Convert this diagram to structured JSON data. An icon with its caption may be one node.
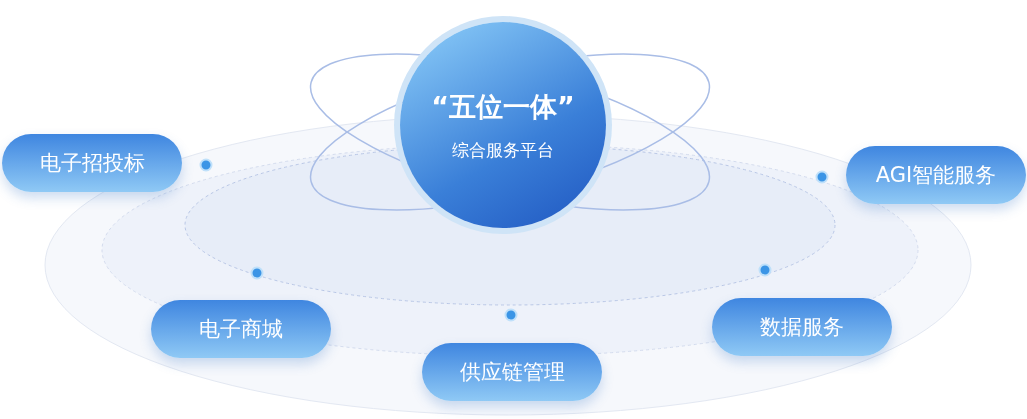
{
  "diagram": {
    "nodes": [
      {
        "text": [
          "“五位一体”",
          "综合服务平台"
        ]
      },
      {
        "text": [
          "电子招投标"
        ]
      },
      {
        "text": [
          "AGI智能服务"
        ]
      },
      {
        "text": [
          "电子商城"
        ]
      },
      {
        "text": [
          "数据服务"
        ]
      },
      {
        "text": [
          "供应链管理"
        ]
      }
    ]
  }
}
